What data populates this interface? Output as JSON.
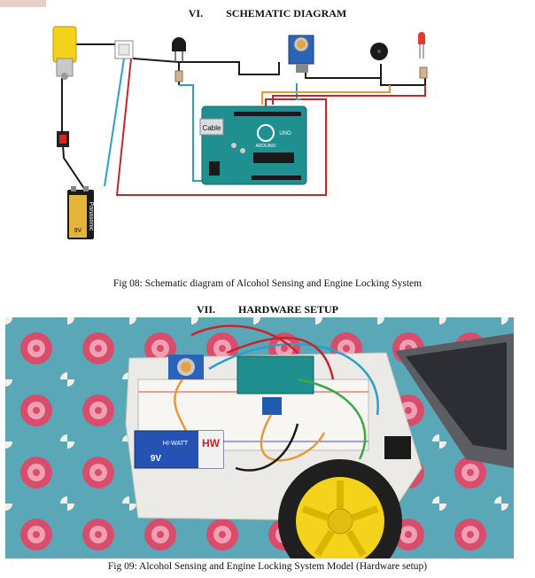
{
  "section6": {
    "number": "VI.",
    "title": "SCHEMATIC DIAGRAM"
  },
  "section7": {
    "number": "VII.",
    "title": "HARDWARE SETUP"
  },
  "fig08": {
    "caption": "Fig 08: Schematic diagram of Alcohol Sensing and Engine Locking System"
  },
  "fig09": {
    "caption": "Fig 09: Alcohol Sensing and Engine Locking System Model (Hardware setup)"
  },
  "schematic_labels": {
    "cable": "Cable",
    "board": "ARDUINO",
    "board_model": "UNO",
    "battery_brand": "Panasonic",
    "battery_voltage": "9V"
  },
  "photo_labels": {
    "battery_brand": "HW",
    "battery_text": "HI-WATT",
    "battery_voltage": "9V"
  },
  "colors": {
    "wire_black": "#1a1a1a",
    "wire_blue": "#2aa0c8",
    "wire_red": "#c0282a",
    "wire_orange": "#e39a3c",
    "arduino": "#1f8f8f",
    "motor_yellow": "#f2d21a",
    "led_red": "#e23b2e"
  }
}
